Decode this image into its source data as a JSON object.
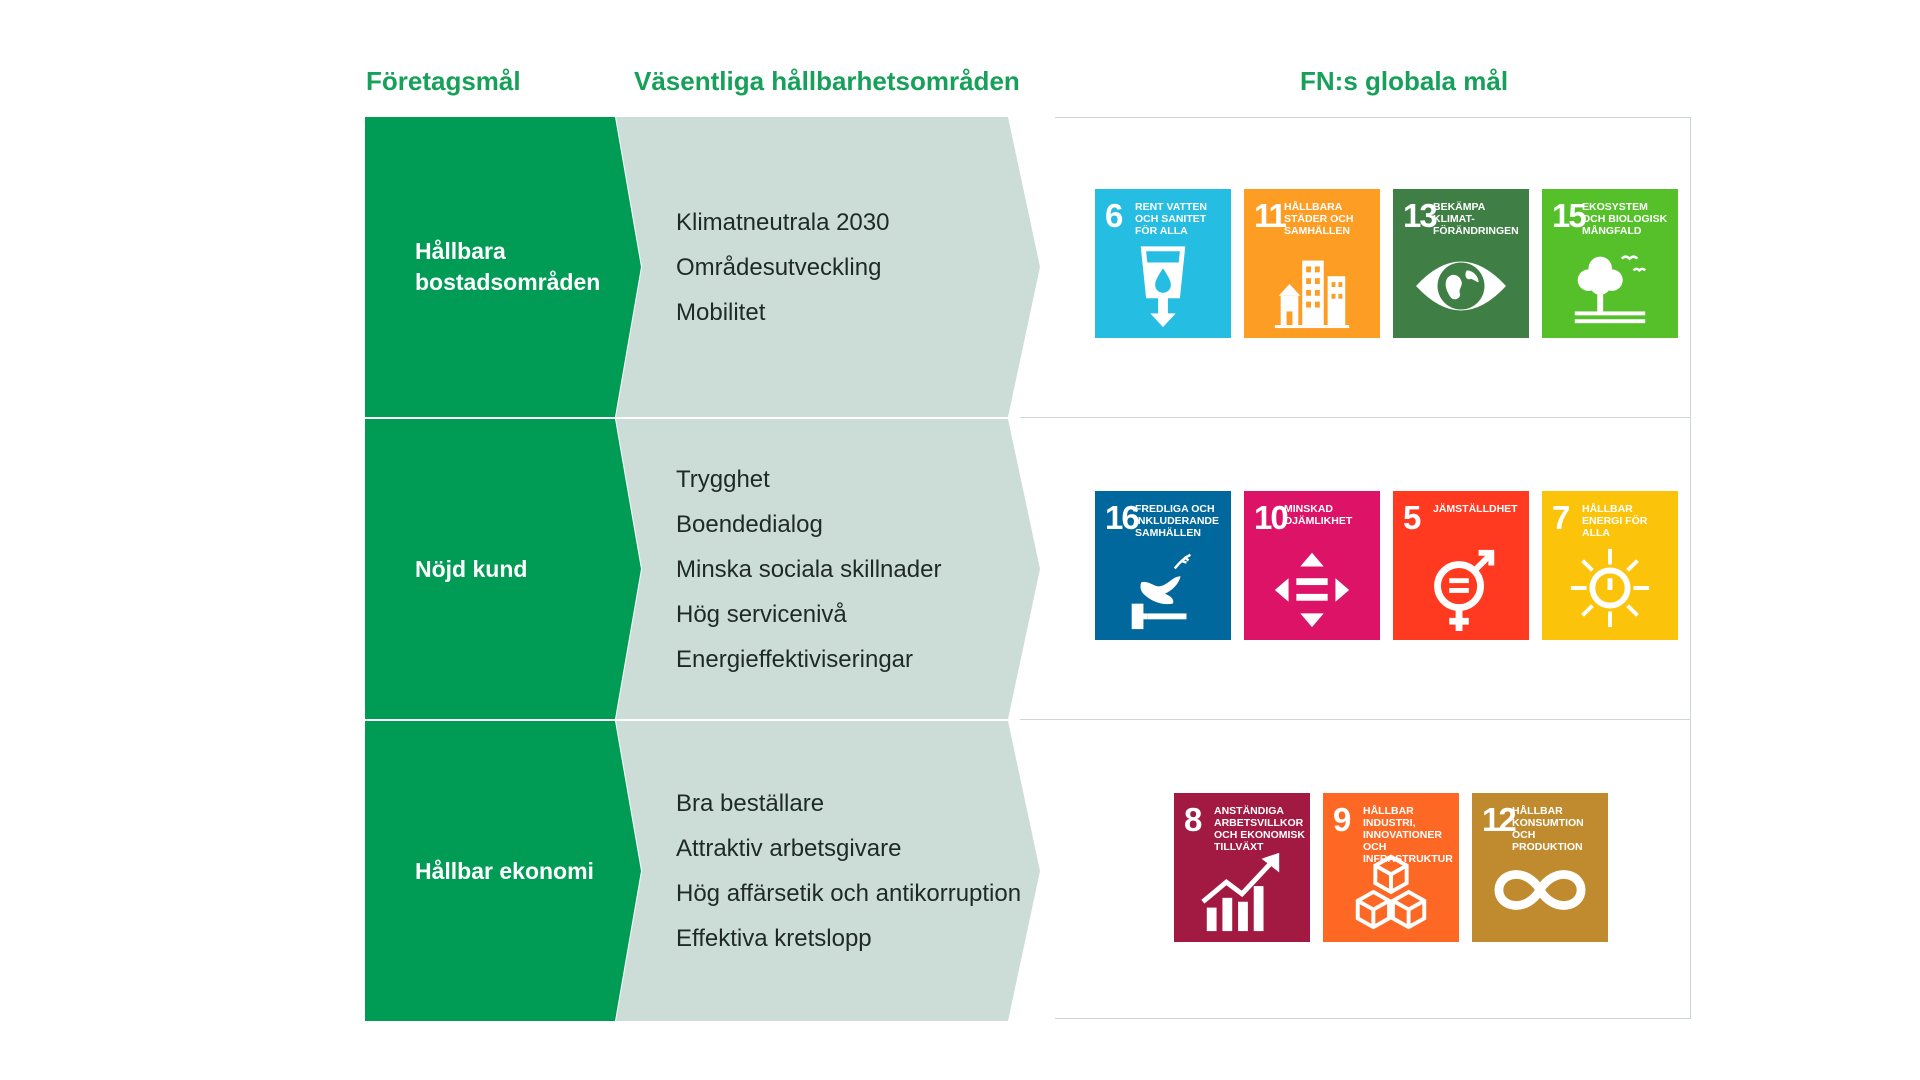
{
  "headers": {
    "goals": "Företagsmål",
    "areas": "Väsentliga hållbarhetsområden",
    "fn": "FN:s globala mål"
  },
  "rows": [
    {
      "goal": "Hållbara bostadsområden",
      "areas": [
        "Klimatneutrala 2030",
        "Områdesutveckling",
        "Mobilitet"
      ],
      "sdgs": [
        {
          "num": "6",
          "label": "RENT VATTEN OCH SANITET FÖR ALLA",
          "color": "#26bde2",
          "icon": "water-glass-icon"
        },
        {
          "num": "11",
          "label": "HÅLLBARA STÄDER OCH SAMHÄLLEN",
          "color": "#fd9d24",
          "icon": "city-buildings-icon"
        },
        {
          "num": "13",
          "label": "BEKÄMPA KLIMAT-FÖRÄNDRINGEN",
          "color": "#3f7e44",
          "icon": "eye-globe-icon"
        },
        {
          "num": "15",
          "label": "EKOSYSTEM OCH BIOLOGISK MÅNGFALD",
          "color": "#56c02b",
          "icon": "tree-birds-icon"
        }
      ]
    },
    {
      "goal": "Nöjd kund",
      "areas": [
        "Trygghet",
        "Boendedialog",
        "Minska sociala skillnader",
        "Hög servicenivå",
        "Energieffektiviseringar"
      ],
      "sdgs": [
        {
          "num": "16",
          "label": "FREDLIGA OCH INKLUDERANDE SAMHÄLLEN",
          "color": "#00689d",
          "icon": "dove-gavel-icon"
        },
        {
          "num": "10",
          "label": "MINSKAD OJÄMLIKHET",
          "color": "#dd1367",
          "icon": "equality-arrows-icon"
        },
        {
          "num": "5",
          "label": "JÄMSTÄLLDHET",
          "color": "#ff3a21",
          "icon": "gender-equality-icon"
        },
        {
          "num": "7",
          "label": "HÅLLBAR ENERGI FÖR ALLA",
          "color": "#fcc30b",
          "icon": "sun-power-icon"
        }
      ]
    },
    {
      "goal": "Hållbar ekonomi",
      "areas": [
        "Bra beställare",
        "Attraktiv arbetsgivare",
        "Hög affärsetik och antikorruption",
        "Effektiva kretslopp"
      ],
      "sdgs": [
        {
          "num": "8",
          "label": "ANSTÄNDIGA ARBETSVILLKOR OCH EKONOMISK TILLVÄXT",
          "color": "#a21942",
          "icon": "growth-chart-icon"
        },
        {
          "num": "9",
          "label": "HÅLLBAR INDUSTRI, INNOVATIONER OCH INFRASTRUKTUR",
          "color": "#fd6925",
          "icon": "cubes-icon"
        },
        {
          "num": "12",
          "label": "HÅLLBAR KONSUMTION OCH PRODUKTION",
          "color": "#bf8b2e",
          "icon": "infinity-icon"
        }
      ]
    }
  ]
}
